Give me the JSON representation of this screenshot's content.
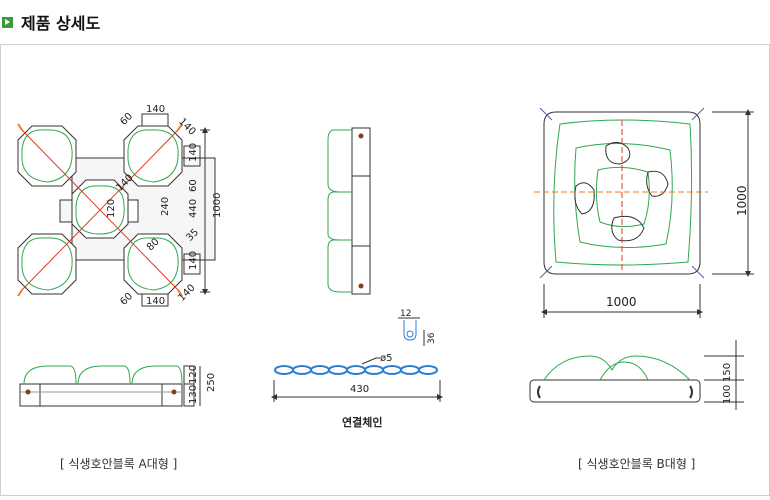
{
  "heading": {
    "title": "제품 상세도",
    "icon": "green-arrow-bullet-icon"
  },
  "colors": {
    "outline": "#333333",
    "green": "#2fa84f",
    "red": "#e03a1e",
    "blue": "#2a7fd0",
    "orange": "#f07c22",
    "purple": "#6a55b0"
  },
  "typeA": {
    "caption": "[ 식생호안블록 A대형 ]",
    "dims": {
      "top_140": "140",
      "top_60": "60",
      "top_right_140": "140",
      "right_140a": "140",
      "right_60a": "60",
      "right_440": "440",
      "right_1000": "1000",
      "inner_240": "240",
      "inner_140": "140",
      "inner_120": "120",
      "inner_80": "80",
      "right_35": "35",
      "right_140b": "140",
      "bottom_60": "60",
      "bottom_140": "140",
      "bottom_right_140": "140",
      "side_120": "120",
      "side_130": "130",
      "side_250": "250"
    }
  },
  "chain": {
    "caption": "연결체인",
    "dim_12": "12",
    "dim_36": "36",
    "dim_phi5": "ø5",
    "dim_430": "430"
  },
  "typeB": {
    "caption": "[ 식생호안블록 B대형 ]",
    "dims": {
      "height_1000": "1000",
      "width_1000": "1000",
      "side_150": "150",
      "side_100": "100"
    }
  }
}
